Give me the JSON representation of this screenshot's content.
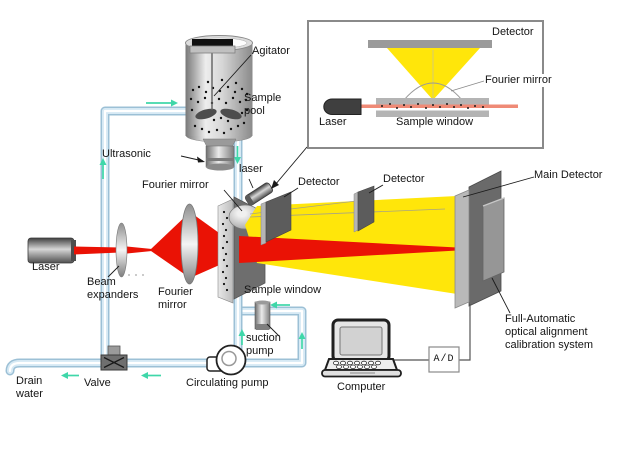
{
  "diagram": {
    "labels": {
      "agitator": "Agitator",
      "sample_pool": "Sample pool",
      "ultrasonic": "Ultrasonic",
      "fourier_mirror_window": "Fourier mirror",
      "laser_small": "laser",
      "detector_1": "Detector",
      "detector_2": "Detector",
      "main_detector": "Main Detector",
      "laser_main": "Laser",
      "beam_expanders": "Beam expanders",
      "fourier_mirror_lens": "Fourier mirror",
      "sample_window": "Sample window",
      "suction_pump": "suction pump",
      "computer": "Computer",
      "ad_converter": "A/D",
      "full_automatic_system": "Full-Automatic optical alignment calibration system",
      "drain_water": "Drain water",
      "valve": "Valve",
      "circulating_pump": "Circulating pump"
    },
    "inset": {
      "detector_label": "Detector",
      "fourier_mirror_label": "Fourier mirror",
      "laser_label": "Laser",
      "sample_window_label": "Sample window"
    },
    "colors": {
      "beam_red": "#ea1205",
      "scatter_yellow": "#ffe60a",
      "beam_salmon": "#ef8a76",
      "pipe_edge": "#9cc0d6",
      "pipe_fill": "#d6e9f4",
      "flow_arrow": "#3fd7a9"
    }
  }
}
